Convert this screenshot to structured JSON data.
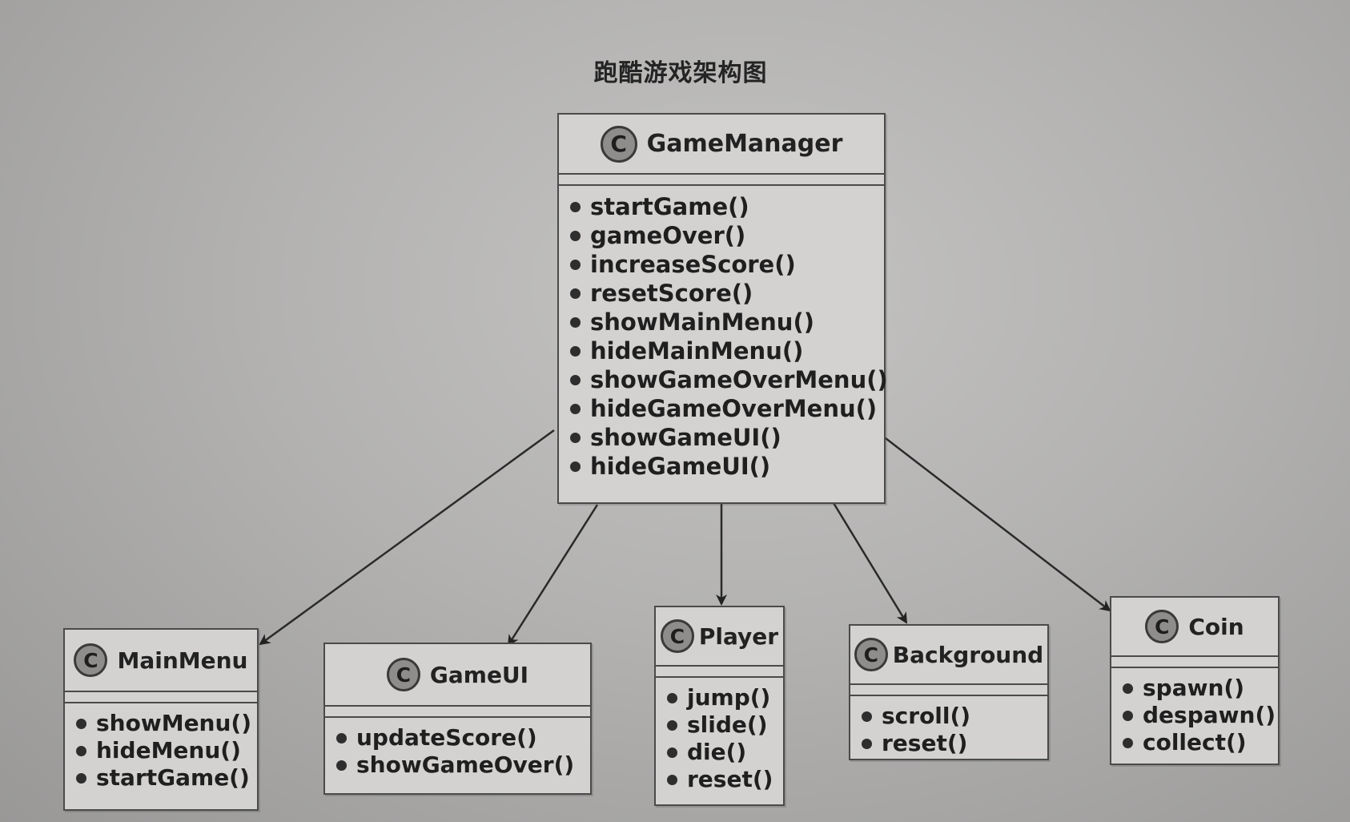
{
  "title": "跑酷游戏架构图",
  "classes": {
    "game_manager": {
      "icon": "C",
      "name": "GameManager",
      "methods": [
        "startGame()",
        "gameOver()",
        "increaseScore()",
        "resetScore()",
        "showMainMenu()",
        "hideMainMenu()",
        "showGameOverMenu()",
        "hideGameOverMenu()",
        "showGameUI()",
        "hideGameUI()"
      ]
    },
    "main_menu": {
      "icon": "C",
      "name": "MainMenu",
      "methods": [
        "showMenu()",
        "hideMenu()",
        "startGame()"
      ]
    },
    "game_ui": {
      "icon": "C",
      "name": "GameUI",
      "methods": [
        "updateScore()",
        "showGameOver()"
      ]
    },
    "player": {
      "icon": "C",
      "name": "Player",
      "methods": [
        "jump()",
        "slide()",
        "die()",
        "reset()"
      ]
    },
    "background": {
      "icon": "C",
      "name": "Background",
      "methods": [
        "scroll()",
        "reset()"
      ]
    },
    "coin": {
      "icon": "C",
      "name": "Coin",
      "methods": [
        "spawn()",
        "despawn()",
        "collect()"
      ]
    }
  },
  "relations": [
    {
      "from": "GameManager",
      "to": "MainMenu"
    },
    {
      "from": "GameManager",
      "to": "GameUI"
    },
    {
      "from": "GameManager",
      "to": "Player"
    },
    {
      "from": "GameManager",
      "to": "Background"
    },
    {
      "from": "GameManager",
      "to": "Coin"
    }
  ]
}
